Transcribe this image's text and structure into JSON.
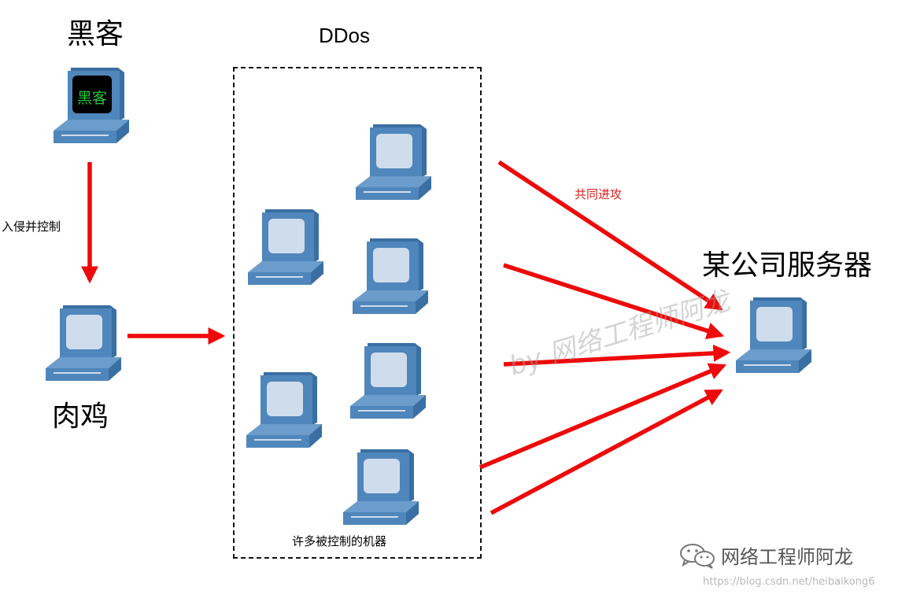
{
  "title": "DDos",
  "nodes": {
    "hacker": {
      "label": "黑客",
      "screen_text": "黑客"
    },
    "zombie": {
      "label": "肉鸡"
    },
    "server": {
      "label": "某公司服务器"
    },
    "group": {
      "caption": "许多被控制的机器"
    }
  },
  "edges": {
    "intrude": "入侵并控制",
    "attack": "共同进攻"
  },
  "watermark": {
    "text": "by 网络工程师阿龙"
  },
  "brand": {
    "name": "网络工程师阿龙"
  },
  "source_url": "https://blog.csdn.net/heibaikong6",
  "colors": {
    "arrow": "#ee0a0a",
    "pc_body": "#4f86bb",
    "pc_screen": "#cfdcec"
  }
}
